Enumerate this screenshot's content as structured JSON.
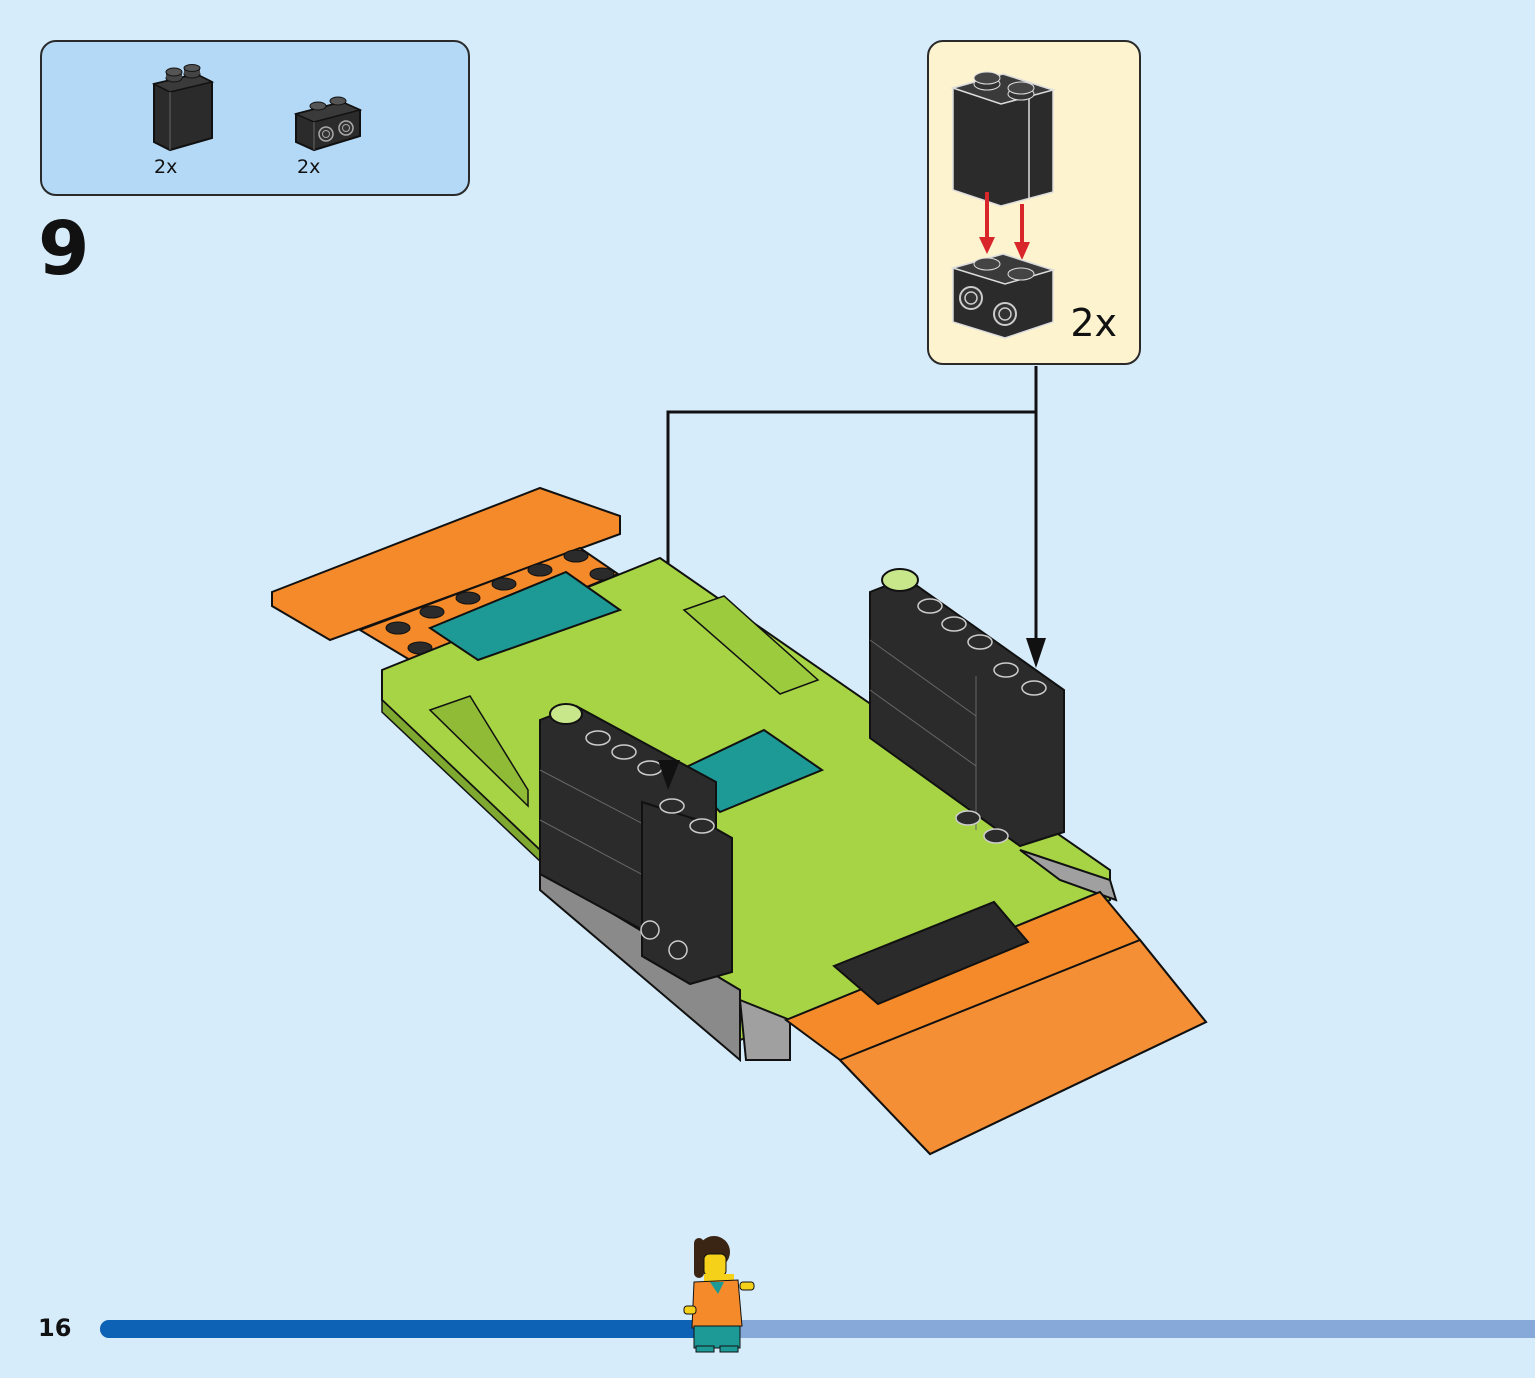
{
  "parts_list": {
    "items": [
      {
        "name": "brick-1x2x2",
        "qty": "2x"
      },
      {
        "name": "brick-1x2-with-studs-on-side",
        "qty": "2x"
      }
    ]
  },
  "step": {
    "number": "9"
  },
  "callout": {
    "qty": "2x"
  },
  "footer": {
    "page_number": "16",
    "progress": 0.42
  },
  "colors": {
    "background": "#d6ecfb",
    "parts_box": "#b4d9f6",
    "callout_box": "#fdf3cf",
    "lime": "#a6d444",
    "orange": "#f48a2a",
    "teal": "#1d9a96",
    "black_brick": "#2b2b2b",
    "progress_fill": "#0e62b5",
    "progress_track": "#86a9da",
    "arrow_red": "#d9262b"
  }
}
